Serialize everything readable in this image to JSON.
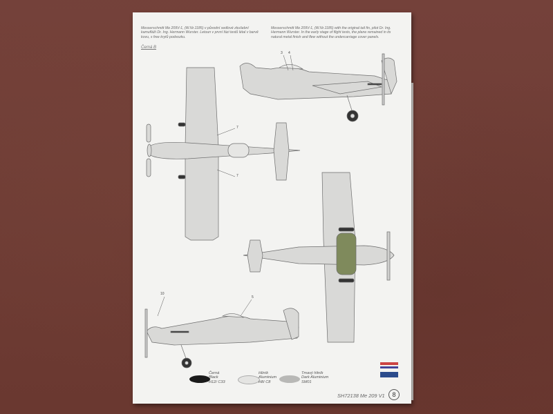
{
  "captions": {
    "czech": "Messerschmitt Me 209V-1, (W.Nr.1185) v původní sedlové zkušební kamufláži Dr. Ing. Hermann Wurster. Letoun v první fázi testů létal v barvě kovu, s free krytů podvozku.",
    "english": "Messerschmitt Me 209V-1, (W.Nr.1185) with the original tail fin, pilot Dr. Ing. Hermann Wurster. In the early stage of flight tests, the plane remained in its natural metal finish and flew without the undercarriage cover panels."
  },
  "sheet_tag": "Černá B",
  "callouts": [
    "3",
    "4",
    "7",
    "7",
    "10",
    "5"
  ],
  "legend": [
    {
      "name_cz": "Černá",
      "name_en": "Black",
      "code": "H12/ C33",
      "color": "#1a1a1a"
    },
    {
      "name_cz": "Hliník",
      "name_en": "Aluminium",
      "code": "H8/ C8",
      "color": "#e4e4e2"
    },
    {
      "name_cz": "Tmavý hliník",
      "name_en": "Dark Aluminium",
      "code": "SM01",
      "color": "#b8b8b6"
    }
  ],
  "footer": "SH72138 Me 209 V1",
  "page_number": "8",
  "colors": {
    "paper": "#f3f3f1",
    "background": "#6e3a30",
    "aircraft": "#d9d9d7",
    "canopy_green": "#7f8a5c"
  }
}
